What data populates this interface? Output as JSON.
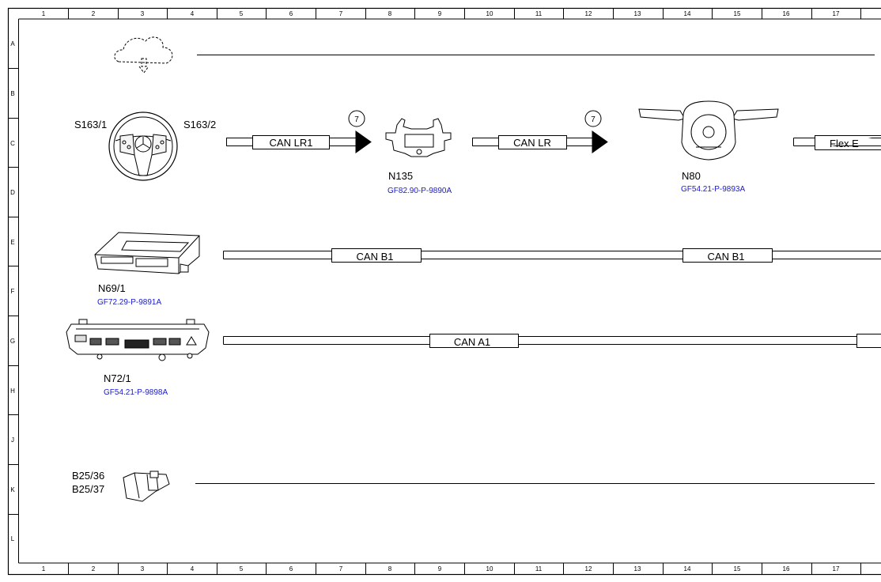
{
  "grid": {
    "columns": [
      "1",
      "2",
      "3",
      "4",
      "5",
      "6",
      "7",
      "8",
      "9",
      "10",
      "11",
      "12",
      "13",
      "14",
      "15",
      "16",
      "17"
    ],
    "rows": [
      "A",
      "B",
      "C",
      "D",
      "E",
      "F",
      "G",
      "H",
      "J",
      "K",
      "L"
    ]
  },
  "components": {
    "steering_wheel": {
      "label_left": "S163/1",
      "label_right": "S163/2"
    },
    "n135": {
      "label": "N135",
      "ref": "GF82.90-P-9890A"
    },
    "n80": {
      "label": "N80",
      "ref": "GF54.21-P-9893A"
    },
    "n69_1": {
      "label": "N69/1",
      "ref": "GF72.29-P-9891A"
    },
    "n72_1": {
      "label": "N72/1",
      "ref": "GF54.21-P-9898A"
    },
    "b25": {
      "label_1": "B25/36",
      "label_2": "B25/37"
    }
  },
  "buses": {
    "can_lr1": "CAN LR1",
    "can_lr": "CAN LR",
    "flex_e": "Flex E",
    "can_b1_a": "CAN B1",
    "can_b1_b": "CAN B1",
    "can_a1": "CAN A1"
  },
  "connectors": {
    "c1": "7",
    "c2": "7"
  },
  "icons": [
    "cloud-download-icon",
    "steering-wheel-icon",
    "ecu-module-icon",
    "control-panel-icon",
    "sensor-icon",
    "column-switch-icon"
  ]
}
